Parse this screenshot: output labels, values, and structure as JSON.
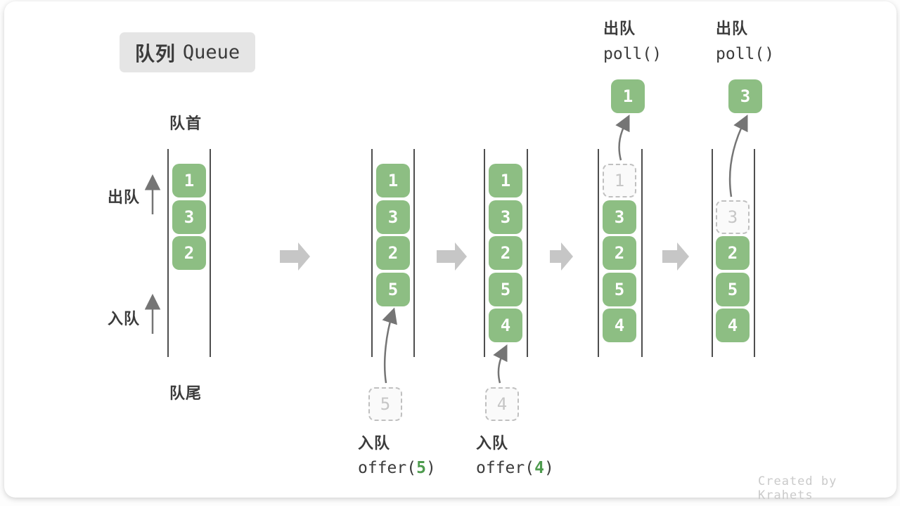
{
  "title": {
    "cjk": "队列",
    "latin": "Queue"
  },
  "labels": {
    "front": "队首",
    "rear": "队尾",
    "dequeue": "出队",
    "enqueue": "入队"
  },
  "watermark": "Created by Krahets",
  "colors": {
    "green": "#8DBE83",
    "code_green": "#4E9B4E",
    "block_arrow": "#C6C6C6",
    "dark_text": "#3B3B3B",
    "dashed_text": "#C6C6C6",
    "wall": "#4E4E4E",
    "badge_bg": "#E5E5E5",
    "watermark_color": "#CACACA",
    "thin_arrow": "#757575"
  },
  "states": [
    {
      "cells": [
        "1",
        "3",
        "2"
      ]
    },
    {
      "cells": [
        "1",
        "3",
        "2",
        "5"
      ],
      "incoming": "5"
    },
    {
      "cells": [
        "1",
        "3",
        "2",
        "5",
        "4"
      ],
      "incoming": "4"
    },
    {
      "cells": [
        "1",
        "3",
        "2",
        "5",
        "4"
      ],
      "removed": "1",
      "popped": "1"
    },
    {
      "cells": [
        "3",
        "2",
        "5",
        "4"
      ],
      "removed": "3",
      "popped": "3"
    }
  ],
  "operations": {
    "enqueue": [
      {
        "label": "入队",
        "code_pre": "offer(",
        "arg": "5",
        "code_post": ")"
      },
      {
        "label": "入队",
        "code_pre": "offer(",
        "arg": "4",
        "code_post": ")"
      }
    ],
    "dequeue": [
      {
        "label": "出队",
        "code": "poll()"
      },
      {
        "label": "出队",
        "code": "poll()"
      }
    ]
  }
}
